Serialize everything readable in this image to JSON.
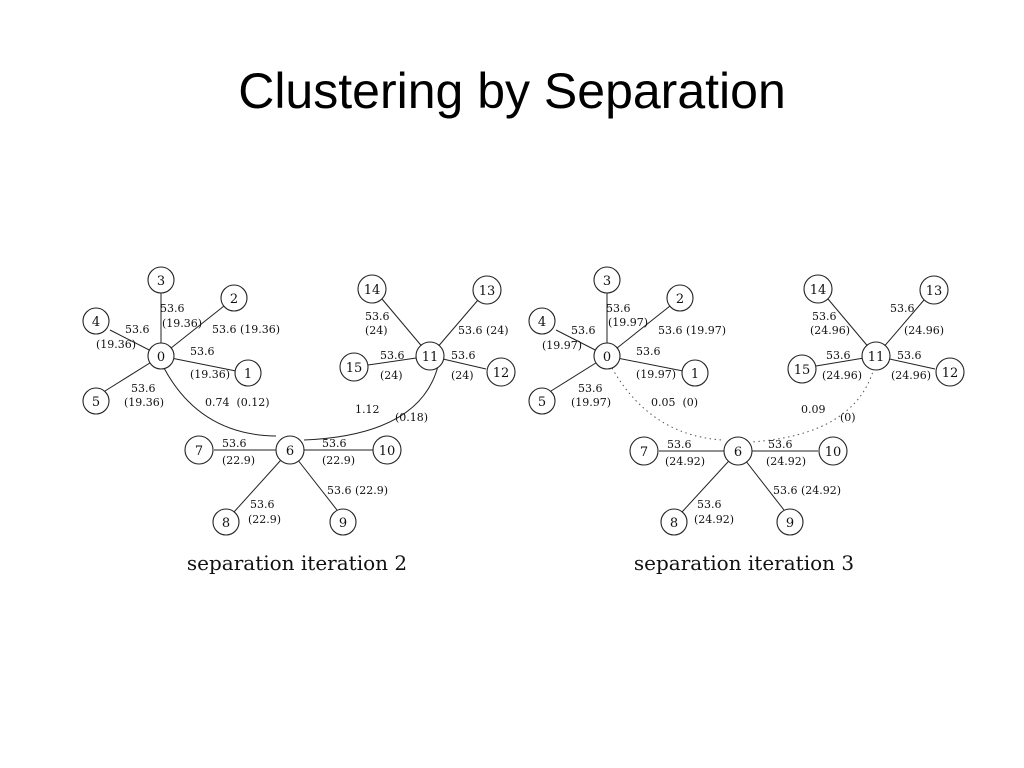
{
  "title": "Clustering by Separation",
  "panels": [
    {
      "id": "iter2",
      "caption": "separation iteration 2",
      "nodes": [
        "0",
        "1",
        "2",
        "3",
        "4",
        "5",
        "6",
        "7",
        "8",
        "9",
        "10",
        "11",
        "12",
        "13",
        "14",
        "15"
      ],
      "labels": {
        "e0_3_a": "53.6",
        "e0_3_b": "(19.36)",
        "e0_4_a": "53.6",
        "e0_4_b": "(19.36)",
        "e0_2": "53.6 (19.36)",
        "e0_1_a": "53.6",
        "e0_1_b": "(19.36)",
        "e0_5_a": "53.6",
        "e0_5_b": "(19.36)",
        "e0_6": "0.74  (0.12)",
        "e11_6_a": "1.12",
        "e11_6_b": "(0.18)",
        "e11_14_a": "53.6",
        "e11_14_b": "(24)",
        "e11_13": "53.6 (24)",
        "e11_15_a": "53.6",
        "e11_15_b": "(24)",
        "e11_12_a": "53.6",
        "e11_12_b": "(24)",
        "e6_7_a": "53.6",
        "e6_7_b": "(22.9)",
        "e6_10_a": "53.6",
        "e6_10_b": "(22.9)",
        "e6_8_a": "53.6",
        "e6_8_b": "(22.9)",
        "e6_9": "53.6 (22.9)"
      }
    },
    {
      "id": "iter3",
      "caption": "separation iteration 3",
      "nodes": [
        "0",
        "1",
        "2",
        "3",
        "4",
        "5",
        "6",
        "7",
        "8",
        "9",
        "10",
        "11",
        "12",
        "13",
        "14",
        "15"
      ],
      "labels": {
        "e0_3_a": "53.6",
        "e0_3_b": "(19.97)",
        "e0_4_a": "53.6",
        "e0_4_b": "(19.97)",
        "e0_2": "53.6 (19.97)",
        "e0_1_a": "53.6",
        "e0_1_b": "(19.97)",
        "e0_5_a": "53.6",
        "e0_5_b": "(19.97)",
        "e0_6": "0.05  (0)",
        "e11_6_a": "0.09",
        "e11_6_b": "(0)",
        "e11_14_a": "53.6",
        "e11_14_b": "(24.96)",
        "e11_13_a": "53.6",
        "e11_13_b": "(24.96)",
        "e11_15_a": "53.6",
        "e11_15_b": "(24.96)",
        "e11_12_a": "53.6",
        "e11_12_b": "(24.96)",
        "e6_7_a": "53.6",
        "e6_7_b": "(24.92)",
        "e6_10_a": "53.6",
        "e6_10_b": "(24.92)",
        "e6_8_a": "53.6",
        "e6_8_b": "(24.92)",
        "e6_9": "53.6 (24.92)"
      }
    }
  ]
}
